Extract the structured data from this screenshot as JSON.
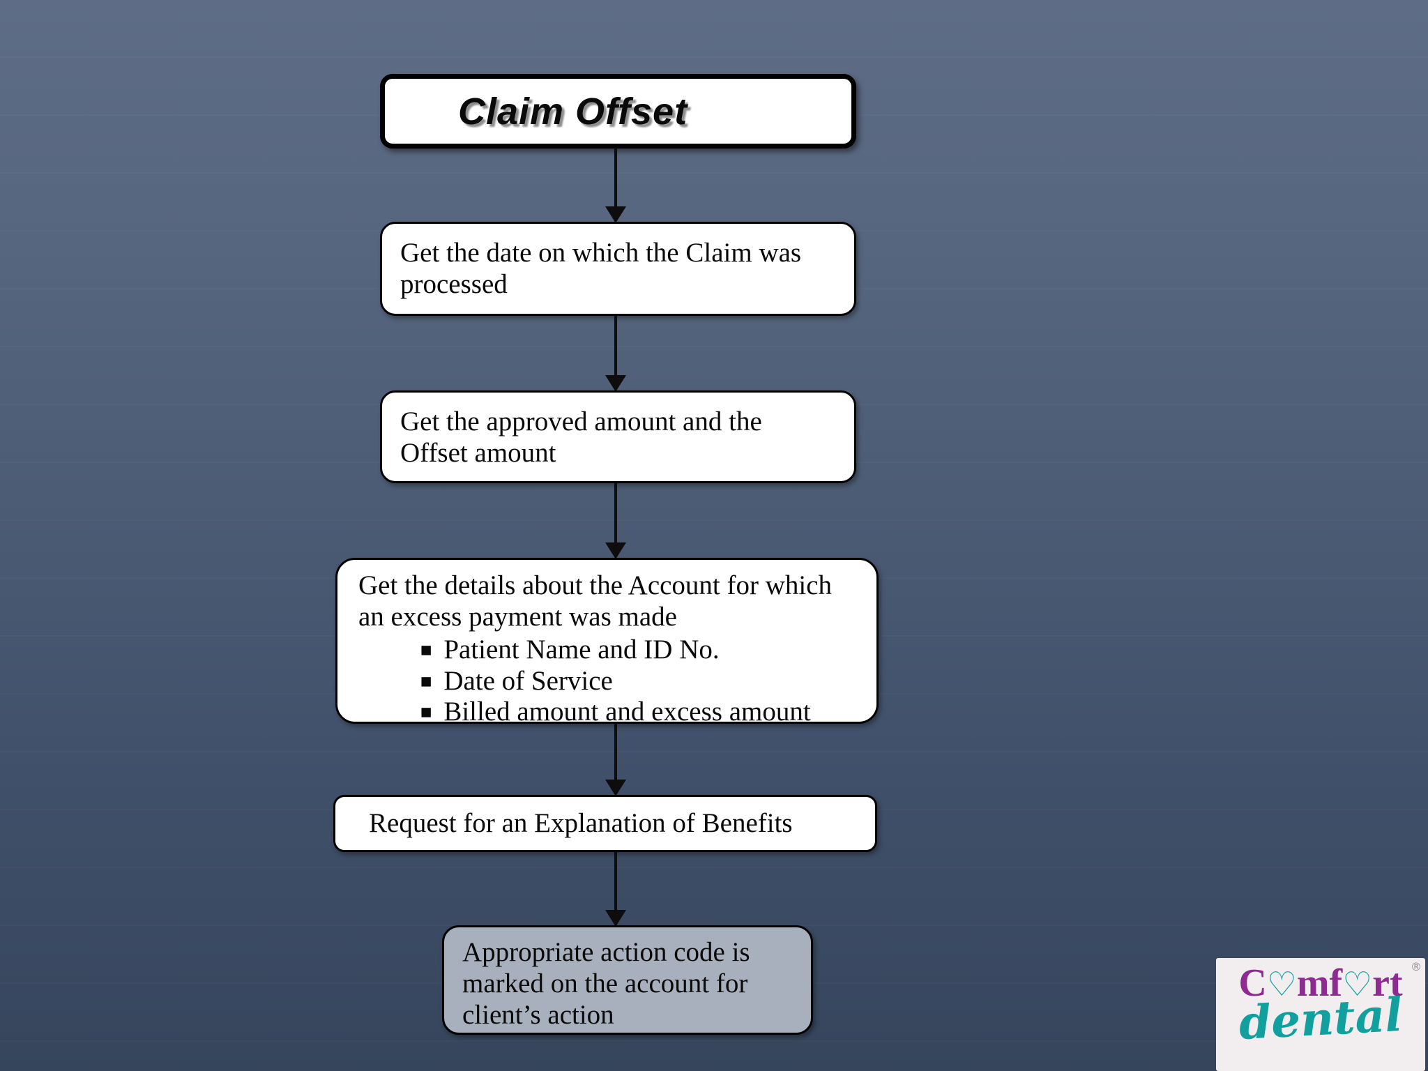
{
  "slide": {
    "background_top": "#5e6c86",
    "background_bottom": "#36455c"
  },
  "flowchart": {
    "title": "Claim Offset",
    "node_fill": "#ffffff",
    "final_node_fill": "#a9b0bd",
    "border_color": "#000000",
    "bullet_glyph": "▪",
    "steps": [
      {
        "text": "Get the date on which the Claim was processed"
      },
      {
        "text": "Get the approved amount and the Offset amount"
      },
      {
        "text": "Get the details about the Account for which an excess payment was made",
        "bullets": [
          "Patient Name and ID No.",
          "Date of Service",
          "Billed amount and excess amount"
        ]
      },
      {
        "text": "Request for an Explanation of Benefits"
      },
      {
        "text": "Appropriate action code is marked on the account for client’s action"
      }
    ]
  },
  "logo": {
    "seg1": "C",
    "heart1": "♡",
    "seg2": "mf",
    "heart2": "♡",
    "seg3": "rt",
    "word2": "dental",
    "registered": "®",
    "purple": "#8e2b90",
    "teal": "#11a09d"
  }
}
